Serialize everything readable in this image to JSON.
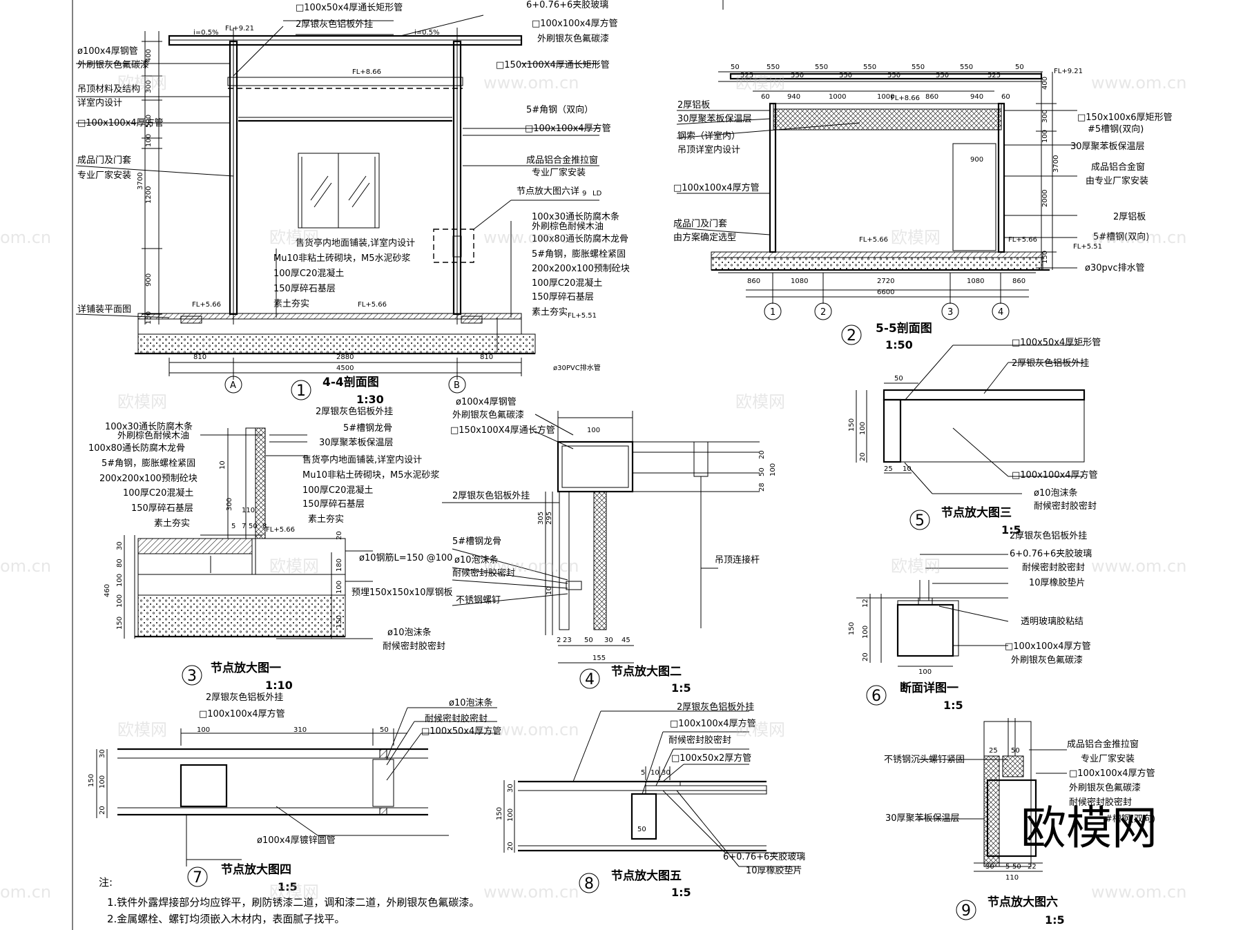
{
  "views": {
    "v1": {
      "num": "1",
      "title": "4-4剖面图",
      "scale": "1:30"
    },
    "v2": {
      "num": "2",
      "title": "5-5剖面图",
      "scale": "1:50"
    },
    "v3": {
      "num": "3",
      "title": "节点放大图一",
      "scale": "1:10"
    },
    "v4": {
      "num": "4",
      "title": "节点放大图二",
      "scale": "1:5"
    },
    "v5": {
      "num": "5",
      "title": "节点放大图三",
      "scale": "1:5"
    },
    "v6": {
      "num": "6",
      "title": "断面详图一",
      "scale": "1:5"
    },
    "v7": {
      "num": "7",
      "title": "节点放大图四",
      "scale": "1:5"
    },
    "v8": {
      "num": "8",
      "title": "节点放大图五",
      "scale": "1:5"
    },
    "v9": {
      "num": "9",
      "title": "节点放大图六",
      "scale": "1:5"
    }
  },
  "s1": {
    "left_labels": [
      "ø100x4厚钢管",
      "外刷银灰色氟碳漆",
      "吊顶材料及结构",
      "详室内设计",
      "□100x100x4厚方管",
      "成品门及门套",
      "专业厂家安装",
      "详铺装平面图"
    ],
    "top_labels": [
      "□100x50x4厚通长矩形管",
      "2厚银灰色铝板外挂",
      "6+0.76+6夹胶玻璃",
      "□100x100x4厚方管",
      "外刷银灰色氟碳漆",
      "□150x100X4厚通长矩形管"
    ],
    "right_labels": [
      "5#角钢（双向）",
      "□100x100x4厚方管",
      "成品铝合金推拉窗",
      "专业厂家安装",
      "节点放大图六详",
      "100x30通长防腐木条",
      "外刷棕色耐候木油",
      "100x80通长防腐木龙骨",
      "5#角钢，膨胀螺栓紧固",
      "200x200x100预制砼块",
      "100厚C20混凝土",
      "150厚碎石基层",
      "素土夯实"
    ],
    "mid_labels": [
      "售货亭内地面铺装,详室内设计",
      "Mu10非粘土砖砌块，M5水泥砂浆",
      "100厚C20混凝土",
      "150厚碎石基层",
      "素土夯实"
    ],
    "levels": [
      "FL+9.21",
      "FL+8.66",
      "FL+5.66",
      "FL+5.66",
      "FL+5.51"
    ],
    "slopes": [
      "i=0.5%",
      "i=0.5%"
    ],
    "dims_bottom": [
      "810",
      "2880",
      "810",
      "4500"
    ],
    "dims_left": [
      "400",
      "300",
      "500",
      "100",
      "1200",
      "900",
      "150",
      "3700"
    ],
    "axes": [
      "A",
      "B"
    ],
    "pipe": "ø30PVC排水管",
    "detail_ref": "9",
    "detail_ref2": "LD"
  },
  "s2": {
    "left_labels": [
      "2厚铝板",
      "30厚聚苯板保温层",
      "钢索（详室内）",
      "吊顶详室内设计",
      "□100x100x4厚方管",
      "成品门及门套",
      "由方案确定选型"
    ],
    "right_labels": [
      "□150x100x6厚矩形管",
      "#5槽钢(双向)",
      "30厚聚苯板保温层",
      "成品铝合金窗",
      "由专业厂家安装",
      "2厚铝板",
      "5#槽钢(双向)",
      "ø30pvc排水管"
    ],
    "top_dims": [
      "50",
      "525",
      "550",
      "550",
      "550",
      "550",
      "550",
      "550",
      "550",
      "550",
      "550",
      "525",
      "50"
    ],
    "second_dims": [
      "60",
      "940",
      "1000",
      "1000",
      "860",
      "940",
      "60"
    ],
    "bottom_dims": [
      "860",
      "1080",
      "2720",
      "1080",
      "860",
      "6600"
    ],
    "right_dims": [
      "400",
      "300",
      "100",
      "3700",
      "2000",
      "150"
    ],
    "levels": [
      "FL+9.21",
      "FL+8.66",
      "FL+5.66",
      "FL+5.66",
      "FL+5.51"
    ],
    "door": "900",
    "axes": [
      "1",
      "2",
      "3",
      "4"
    ]
  },
  "s3": {
    "labels": [
      "2厚银灰色铝板外挂",
      "5#槽钢龙骨",
      "30厚聚苯板保温层",
      "售货亭内地面铺装,详室内设计",
      "Mu10非粘土砖砌块，M5水泥砂浆",
      "100厚C20混凝土",
      "150厚碎石基层",
      "素土夯实",
      "ø10钢筋L=150 @100",
      "预埋150x150x10厚钢板",
      "ø10泡沫条",
      "耐候密封胶密封"
    ],
    "left_labels": [
      "100x30通长防腐木条",
      "外刷棕色耐候木油",
      "100x80通长防腐木龙骨",
      "5#角钢，膨胀螺栓紧固",
      "200x200x100预制砼块",
      "100厚C20混凝土",
      "150厚碎石基层",
      "素土夯实"
    ],
    "dims": [
      "10",
      "300",
      "110",
      "5",
      "7",
      "50",
      "8",
      "30",
      "80",
      "100",
      "460",
      "100",
      "150",
      "20",
      "180",
      "100",
      "150"
    ],
    "level": "FL+5.66"
  },
  "s4": {
    "labels": [
      "ø100x4厚钢管",
      "外刷银灰色氟碳漆",
      "□150x100X4厚通长方管",
      "2厚银灰色铝板外挂",
      "5#槽钢龙骨",
      "ø10泡沫条",
      "耐候密封胶密封",
      "不锈钢螺钉",
      "吊顶连接杆"
    ],
    "dims": [
      "100",
      "305",
      "295",
      "10",
      "2",
      "23",
      "50",
      "30",
      "45",
      "155",
      "20",
      "50",
      "28",
      "100"
    ]
  },
  "s5": {
    "labels": [
      "□100x50x4厚矩形管",
      "2厚银灰色铝板外挂",
      "□100x100x4厚方管",
      "ø10泡沫条",
      "耐候密封胶密封"
    ],
    "dims": [
      "50",
      "150",
      "100",
      "20",
      "25",
      "10"
    ]
  },
  "s6": {
    "labels": [
      "2厚银灰色铝板外挂",
      "6+0.76+6夹胶玻璃",
      "耐候密封胶密封",
      "10厚橡胶垫片",
      "透明玻璃胶粘结",
      "□100x100x4厚方管",
      "外刷银灰色氟碳漆"
    ],
    "dims": [
      "12",
      "150",
      "100",
      "20",
      "100"
    ]
  },
  "s7": {
    "labels": [
      "2厚银灰色铝板外挂",
      "□100x100x4厚方管",
      "ø10泡沫条",
      "耐候密封胶密封",
      "□100x50x4厚方管",
      "ø100x4厚镀锌圆管"
    ],
    "dims": [
      "100",
      "310",
      "50",
      "30",
      "150",
      "100",
      "20"
    ]
  },
  "s8": {
    "labels": [
      "2厚银灰色铝板外挂",
      "□100x100x4厚方管",
      "耐候密封胶密封",
      "□100x50x2厚方管",
      "6+0.76+6夹胶玻璃",
      "10厚橡胶垫片"
    ],
    "dims": [
      "5",
      "10",
      "30",
      "30",
      "150",
      "100",
      "20",
      "50"
    ]
  },
  "s9": {
    "labels": [
      "不锈钢沉头螺钉紧固",
      "30厚聚苯板保温层",
      "成品铝合金推拉窗",
      "专业厂家安装",
      "□100x100x4厚方管",
      "外刷银灰色氟碳漆",
      "耐候密封胶密封",
      "#槽钢(双向)"
    ],
    "dims": [
      "25",
      "50",
      "30",
      "50",
      "22",
      "5",
      "110"
    ]
  },
  "notes": {
    "heading": "注:",
    "line1": "1.铁件外露焊接部分均应铧平，刷防锈漆二道，调和漆二道，外刷银灰色氟碳漆。",
    "line2": "2.金属螺栓、螺钉均须嵌入木材内，表面腻子找平。"
  },
  "watermarks": {
    "site": "om.cn",
    "site_full": "www.om.cn",
    "brand": "欧模网"
  }
}
